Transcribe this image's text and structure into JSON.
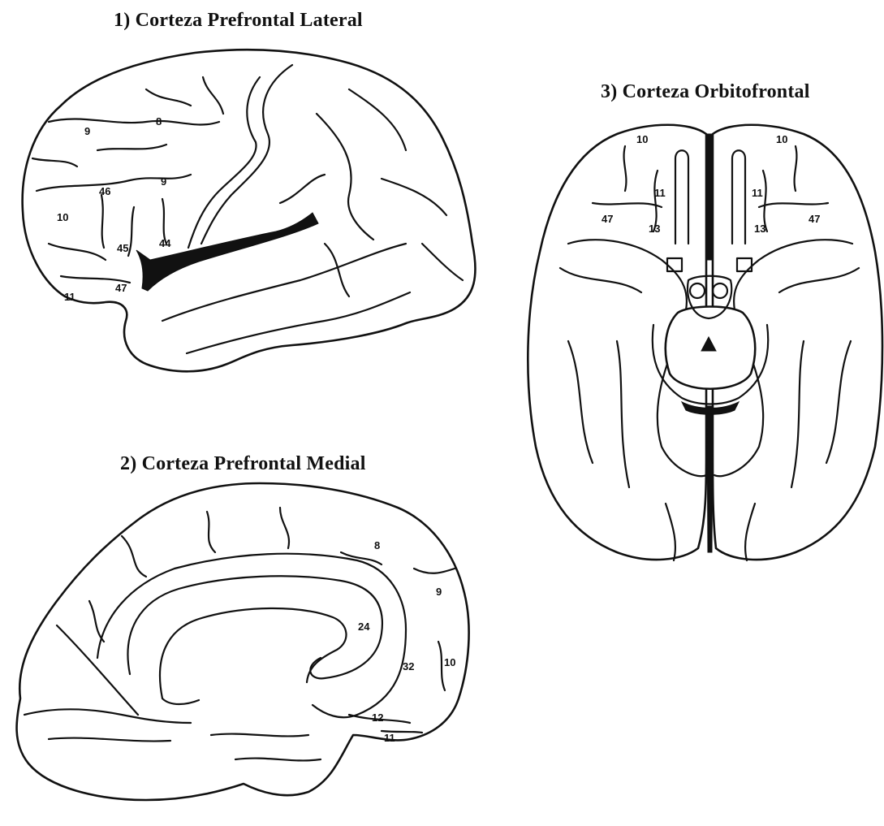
{
  "titles": {
    "lateral": "1) Corteza Prefrontal Lateral",
    "medial": "2) Corteza Prefrontal Medial",
    "orbitofrontal": "3) Corteza Orbitofrontal"
  },
  "lateral_areas": {
    "a9_top": "9",
    "a8": "8",
    "a9_mid": "9",
    "a46": "46",
    "a10": "10",
    "a45": "45",
    "a44": "44",
    "a47": "47",
    "a11": "11"
  },
  "medial_areas": {
    "a8": "8",
    "a9": "9",
    "a24": "24",
    "a32": "32",
    "a10": "10",
    "a12": "12",
    "a11": "11"
  },
  "orbitofrontal_areas": {
    "a10_left": "10",
    "a10_right": "10",
    "a11_left": "11",
    "a11_right": "11",
    "a47_left": "47",
    "a47_right": "47",
    "a13_left": "13",
    "a13_right": "13"
  }
}
